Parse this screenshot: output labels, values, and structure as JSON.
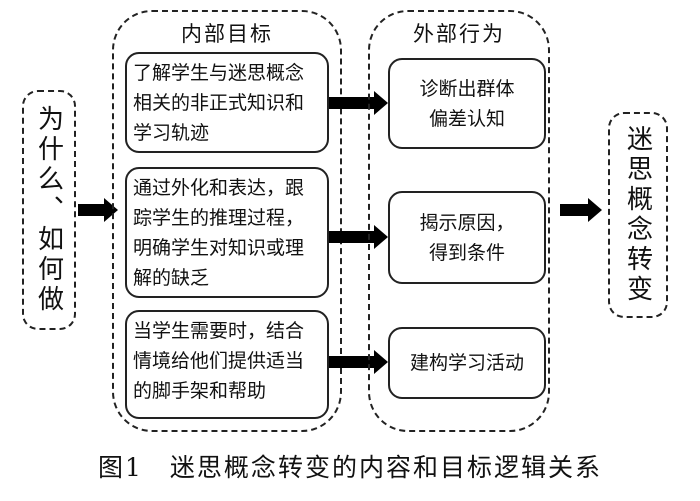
{
  "left": {
    "text": "为什么、如何做"
  },
  "internal": {
    "title": "内部目标",
    "items": [
      "了解学生与迷思概念相关的非正式知识和学习轨迹",
      "通过外化和表达，跟踪学生的推理过程，明确学生对知识或理解的缺乏",
      "当学生需要时，结合情境给他们提供适当的脚手架和帮助"
    ]
  },
  "external": {
    "title": "外部行为",
    "items": [
      "诊断出群体偏差认知",
      "揭示原因，得到条件",
      "建构学习活动"
    ]
  },
  "right": {
    "text": "迷思概念转变"
  },
  "caption": "图1　迷思概念转变的内容和目标逻辑关系"
}
